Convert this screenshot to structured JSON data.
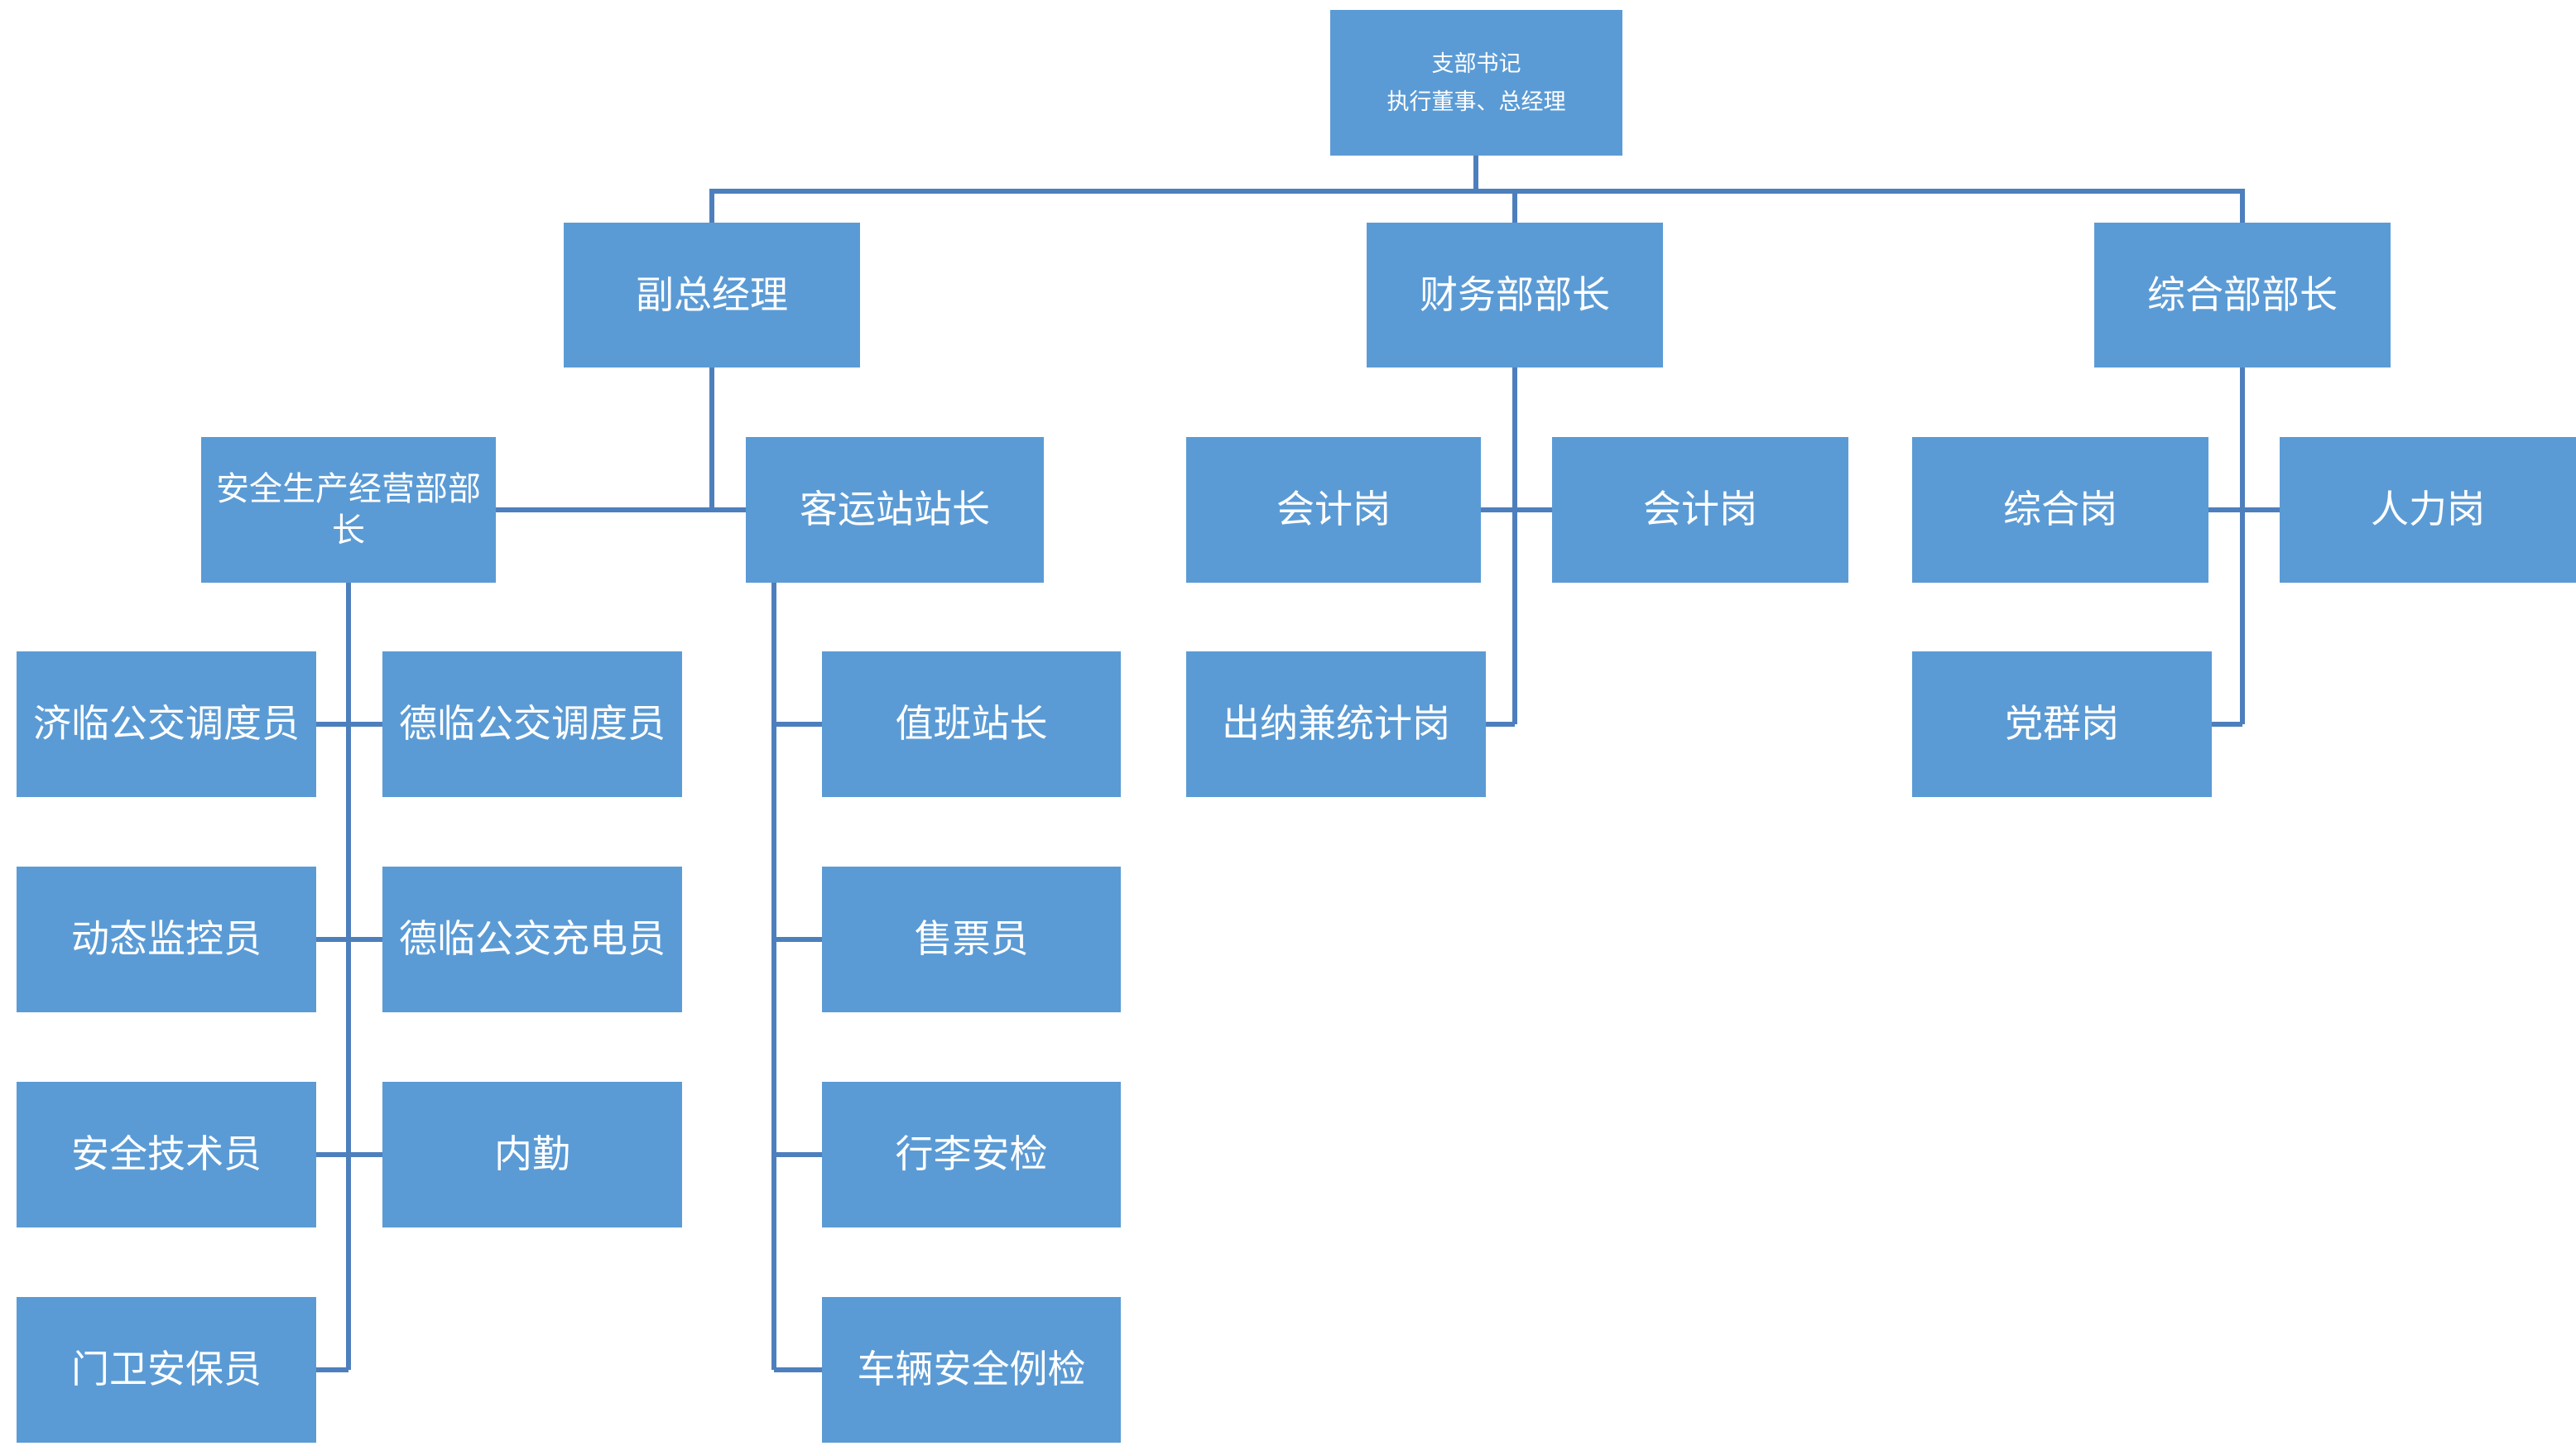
{
  "palette": {
    "box_fill": "#5B9BD5",
    "connector": "#4E7FBD",
    "text": "#FFFFFF",
    "background": "#FFFFFF"
  },
  "org_chart": {
    "nodes": {
      "root": {
        "line1": "支部书记",
        "line2": "执行董事、总经理"
      },
      "vice_gm": {
        "label": "副总经理"
      },
      "finance_head": {
        "label": "财务部部长"
      },
      "general_head": {
        "label": "综合部部长"
      },
      "safety_ops_head": {
        "label": "安全生产经营部部长"
      },
      "station_master": {
        "label": "客运站站长"
      },
      "accountant1": {
        "label": "会计岗"
      },
      "accountant2": {
        "label": "会计岗"
      },
      "general_post": {
        "label": "综合岗"
      },
      "hr_post": {
        "label": "人力岗"
      },
      "jilin_dispatcher": {
        "label": "济临公交调度员"
      },
      "delin_dispatcher": {
        "label": "德临公交调度员"
      },
      "duty_station_master": {
        "label": "值班站长"
      },
      "cashier_statistics": {
        "label": "出纳兼统计岗"
      },
      "party_mass_post": {
        "label": "党群岗"
      },
      "dynamic_monitor": {
        "label": "动态监控员"
      },
      "delin_charger": {
        "label": "德临公交充电员"
      },
      "ticket_seller": {
        "label": "售票员"
      },
      "safety_technician": {
        "label": "安全技术员"
      },
      "internal_affairs": {
        "label": "内勤"
      },
      "luggage_security": {
        "label": "行李安检"
      },
      "gate_guard": {
        "label": "门卫安保员"
      },
      "vehicle_inspection": {
        "label": "车辆安全例检"
      }
    }
  }
}
